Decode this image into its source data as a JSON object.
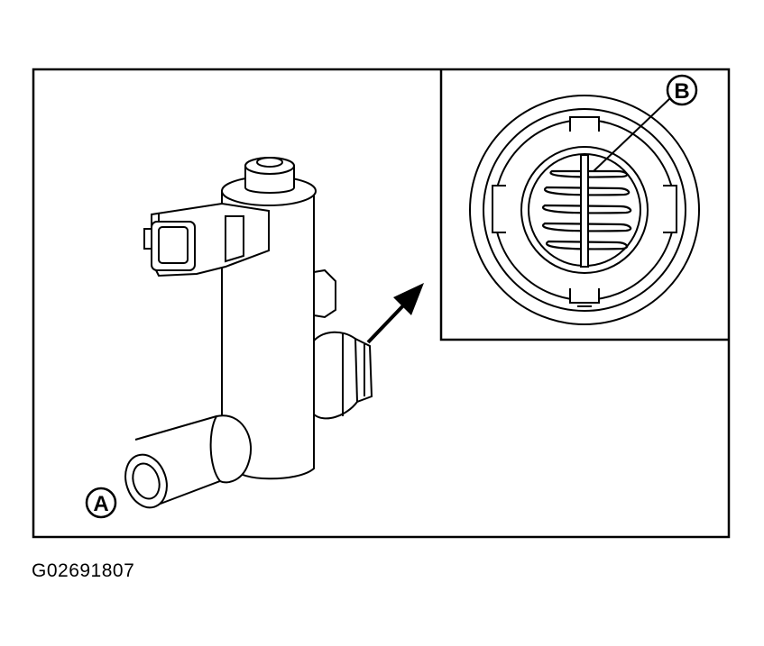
{
  "diagram": {
    "callouts": {
      "a": "A",
      "b": "B"
    },
    "figure_id": "G02691807"
  },
  "colors": {
    "line": "#000000",
    "fill": "#ffffff"
  }
}
